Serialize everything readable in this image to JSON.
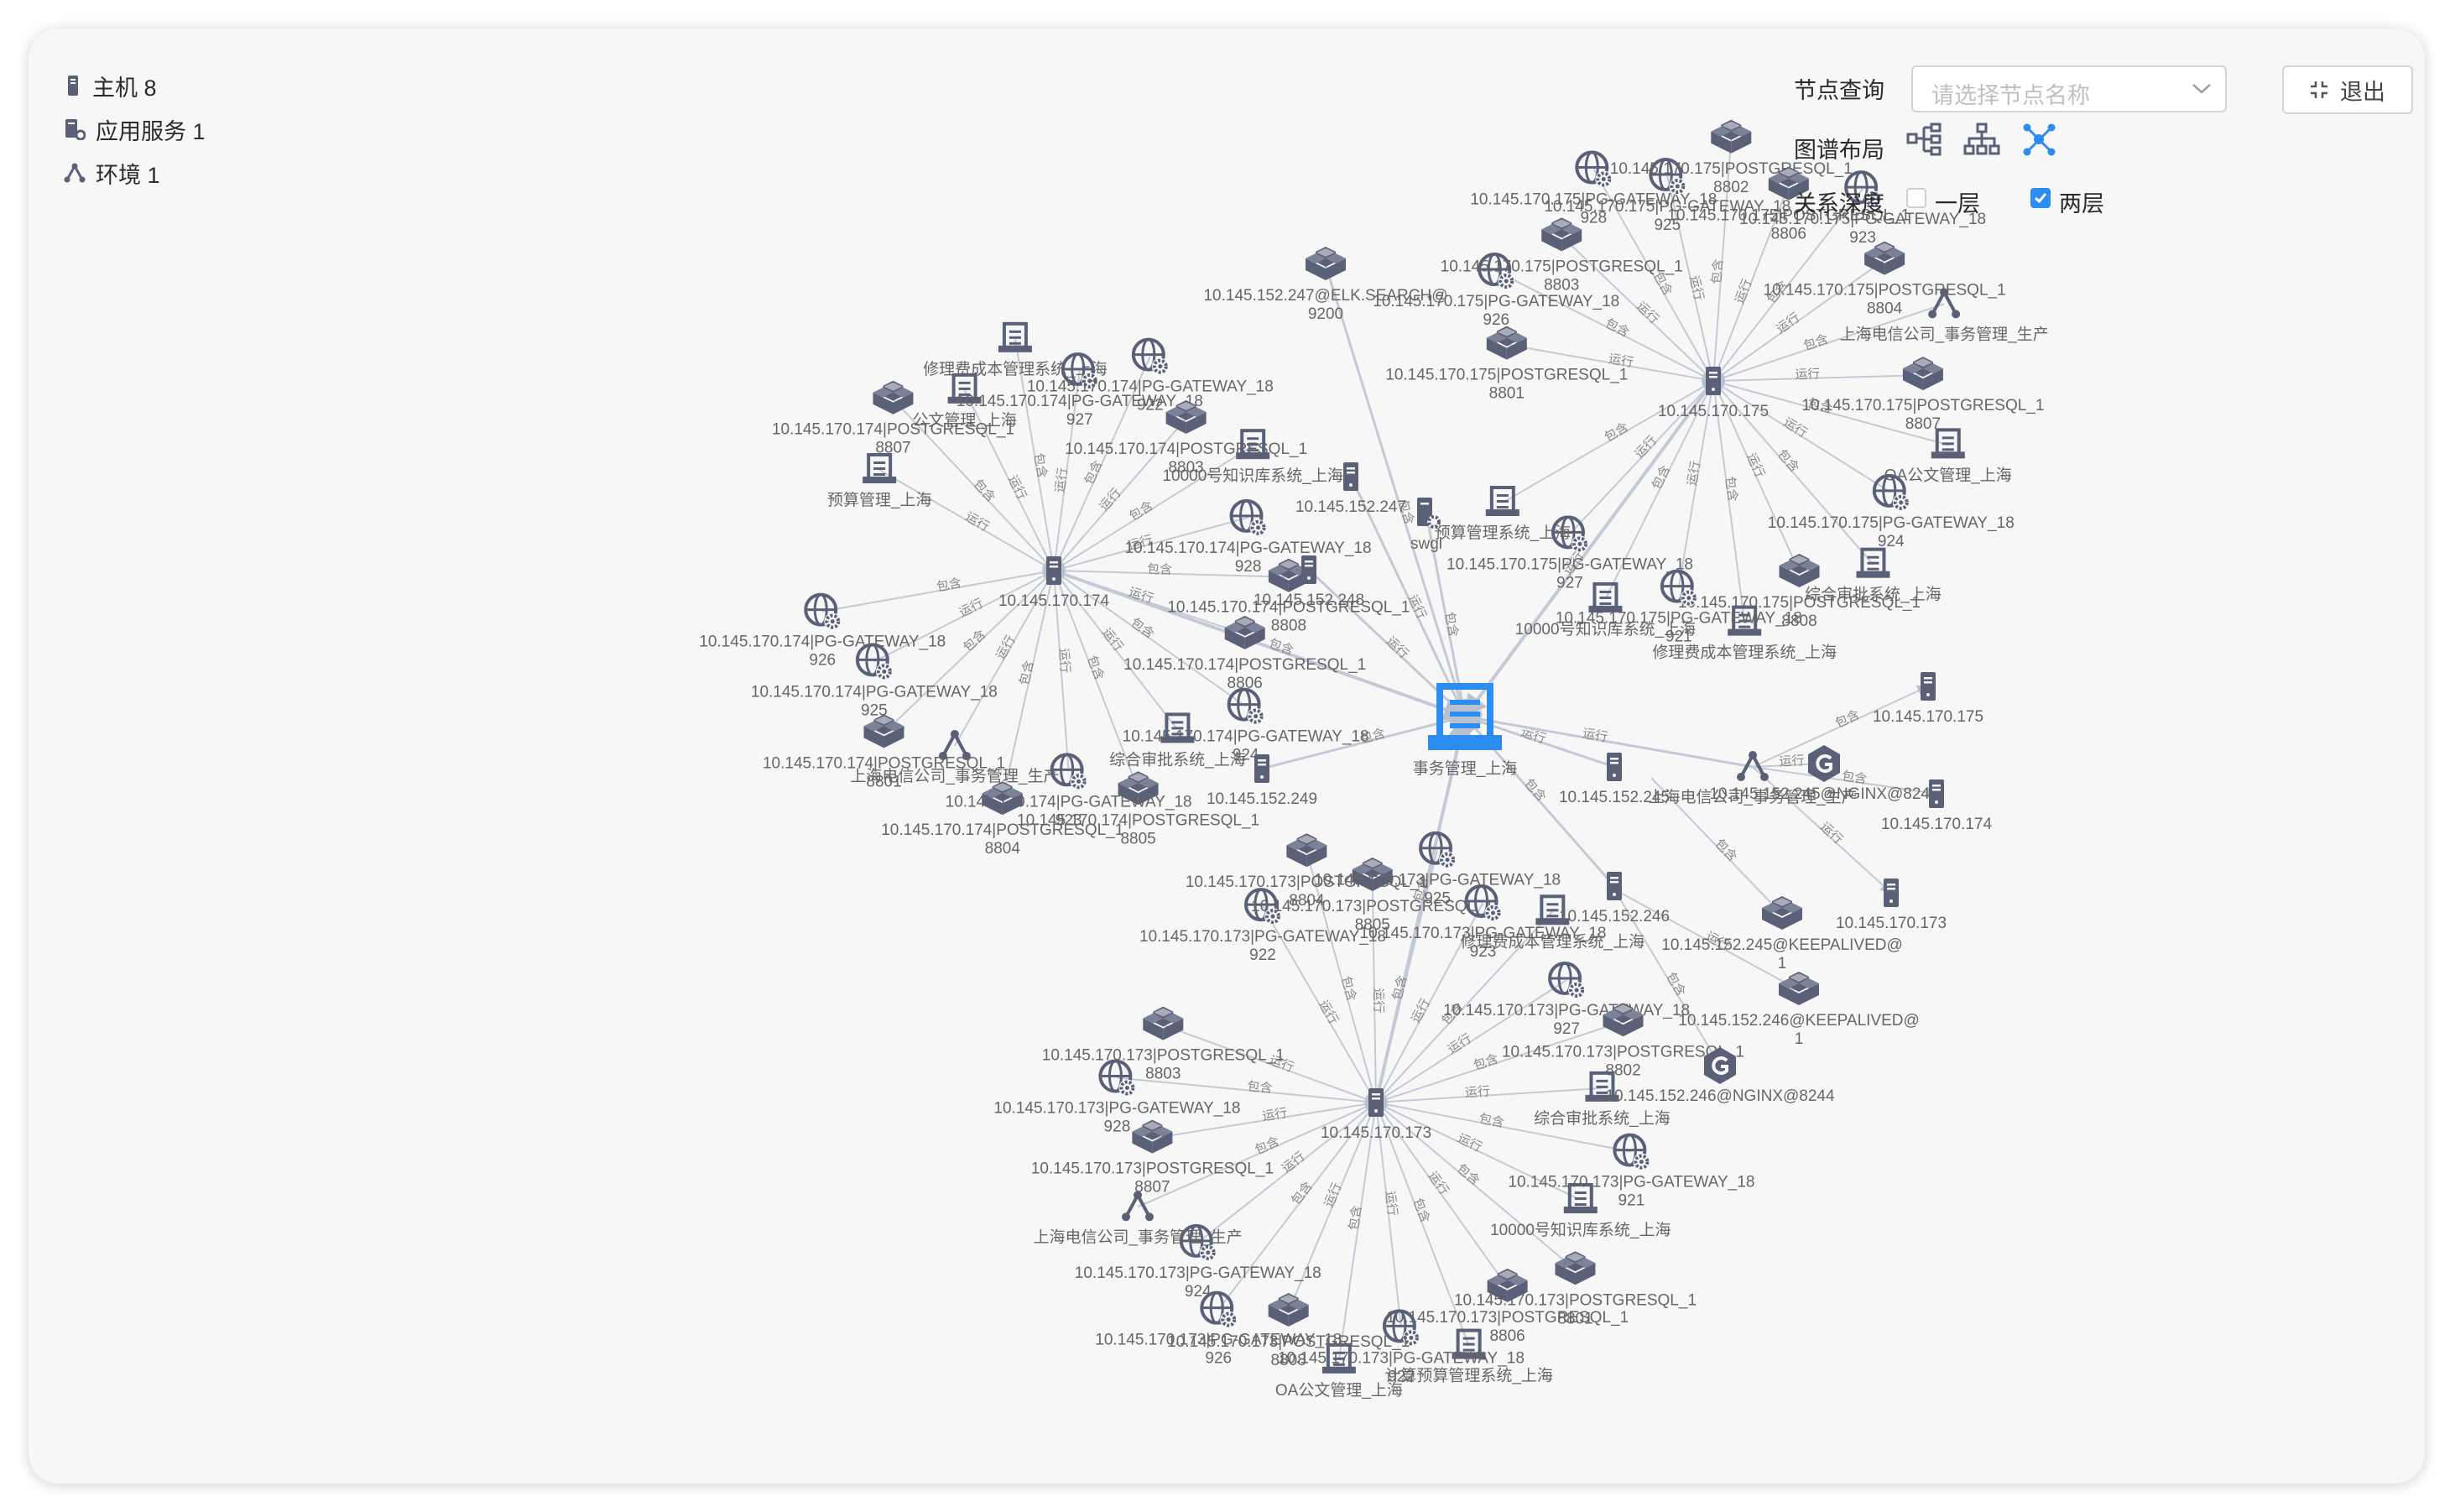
{
  "legend": [
    {
      "icon": "server-icon",
      "label": "主机 8"
    },
    {
      "icon": "app-service-icon",
      "label": "应用服务 1"
    },
    {
      "icon": "environment-icon",
      "label": "环境 1"
    }
  ],
  "controls": {
    "node_query_label": "节点查询",
    "node_query_placeholder": "请选择节点名称",
    "layout_label": "图谱布局",
    "depth_label": "关系深度",
    "depth_one": "一层",
    "depth_two": "两层",
    "depth_one_checked": false,
    "depth_two_checked": true,
    "exit_label": "退出"
  },
  "colors": {
    "node": "#5a6078",
    "center": "#2d8cf0",
    "edge": "#c3cad6",
    "active_layout": "#2d8cf0"
  },
  "center": {
    "label": "事务管理_上海"
  },
  "hubs": [
    {
      "id": "h174",
      "label": "10.145.170.174"
    },
    {
      "id": "h175",
      "label": "10.145.170.175"
    },
    {
      "id": "h173",
      "label": "10.145.170.173"
    }
  ],
  "nodes": [
    {
      "hub": "h174",
      "type": "app",
      "lines": [
        "预算管理_上海"
      ]
    },
    {
      "hub": "h174",
      "type": "db",
      "lines": [
        "10.145.170.174|POSTGRESQL_1",
        "8807"
      ]
    },
    {
      "hub": "h174",
      "type": "app",
      "lines": [
        "公文管理_上海"
      ]
    },
    {
      "hub": "h174",
      "type": "app",
      "lines": [
        "修理费成本管理系统_上海"
      ]
    },
    {
      "hub": "h174",
      "type": "gw",
      "lines": [
        "10.145.170.174|PG-GATEWAY_18",
        "927"
      ]
    },
    {
      "hub": "h174",
      "type": "gw",
      "lines": [
        "10.145.170.174|PG-GATEWAY_18",
        "922"
      ]
    },
    {
      "hub": "h174",
      "type": "db",
      "lines": [
        "10.145.170.174|POSTGRESQL_1",
        "8803"
      ]
    },
    {
      "hub": "h174",
      "type": "app",
      "lines": [
        "10000号知识库系统_上海"
      ]
    },
    {
      "hub": "h174",
      "type": "gw",
      "lines": [
        "10.145.170.174|PG-GATEWAY_18",
        "928"
      ]
    },
    {
      "hub": "h174",
      "type": "db",
      "lines": [
        "10.145.170.174|POSTGRESQL_1",
        "8808"
      ]
    },
    {
      "hub": "h174",
      "type": "db",
      "lines": [
        "10.145.170.174|POSTGRESQL_1",
        "8806"
      ]
    },
    {
      "hub": "h174",
      "type": "gw",
      "lines": [
        "10.145.170.174|PG-GATEWAY_18",
        "924"
      ]
    },
    {
      "hub": "h174",
      "type": "app",
      "lines": [
        "综合审批系统_上海"
      ]
    },
    {
      "hub": "h174",
      "type": "db",
      "lines": [
        "10.145.170.174|POSTGRESQL_1",
        "8805"
      ]
    },
    {
      "hub": "h174",
      "type": "gw",
      "lines": [
        "10.145.170.174|PG-GATEWAY_18",
        "923"
      ]
    },
    {
      "hub": "h174",
      "type": "db",
      "lines": [
        "10.145.170.174|POSTGRESQL_1",
        "8804"
      ]
    },
    {
      "hub": "h174",
      "type": "env",
      "lines": [
        "上海电信公司_事务管理_生产"
      ]
    },
    {
      "hub": "h174",
      "type": "db",
      "lines": [
        "10.145.170.174|POSTGRESQL_1",
        "8801"
      ]
    },
    {
      "hub": "h174",
      "type": "gw",
      "lines": [
        "10.145.170.174|PG-GATEWAY_18",
        "925"
      ]
    },
    {
      "hub": "h174",
      "type": "gw",
      "lines": [
        "10.145.170.174|PG-GATEWAY_18",
        "926"
      ]
    },
    {
      "hub": "h175",
      "type": "db",
      "lines": [
        "10.145.170.175|POSTGRESQL_1",
        "8801"
      ]
    },
    {
      "hub": "h175",
      "type": "gw",
      "lines": [
        "10.145.170.175|PG-GATEWAY_18",
        "926"
      ]
    },
    {
      "hub": "h175",
      "type": "db",
      "lines": [
        "10.145.170.175|POSTGRESQL_1",
        "8803"
      ]
    },
    {
      "hub": "h175",
      "type": "gw",
      "lines": [
        "10.145.170.175|PG-GATEWAY_18",
        "928"
      ]
    },
    {
      "hub": "h175",
      "type": "gw",
      "lines": [
        "10.145.170.175|PG-GATEWAY_18",
        "925"
      ]
    },
    {
      "hub": "h175",
      "type": "db",
      "lines": [
        "10.145.170.175|POSTGRESQL_1",
        "8802"
      ]
    },
    {
      "hub": "h175",
      "type": "db",
      "lines": [
        "10.145.170.175|POSTGRESQL_1",
        "8806"
      ]
    },
    {
      "hub": "h175",
      "type": "gw",
      "lines": [
        "10.145.170.175|PG-GATEWAY_18",
        "923"
      ]
    },
    {
      "hub": "h175",
      "type": "db",
      "lines": [
        "10.145.170.175|POSTGRESQL_1",
        "8804"
      ]
    },
    {
      "hub": "h175",
      "type": "env",
      "lines": [
        "上海电信公司_事务管理_生产"
      ]
    },
    {
      "hub": "h175",
      "type": "db",
      "lines": [
        "10.145.170.175|POSTGRESQL_1",
        "8807"
      ]
    },
    {
      "hub": "h175",
      "type": "app",
      "lines": [
        "OA公文管理_上海"
      ]
    },
    {
      "hub": "h175",
      "type": "gw",
      "lines": [
        "10.145.170.175|PG-GATEWAY_18",
        "924"
      ]
    },
    {
      "hub": "h175",
      "type": "app",
      "lines": [
        "综合审批系统_上海"
      ]
    },
    {
      "hub": "h175",
      "type": "db",
      "lines": [
        "10.145.170.175|POSTGRESQL_1",
        "8808"
      ]
    },
    {
      "hub": "h175",
      "type": "app",
      "lines": [
        "修理费成本管理系统_上海"
      ]
    },
    {
      "hub": "h175",
      "type": "gw",
      "lines": [
        "10.145.170.175|PG-GATEWAY_18",
        "921"
      ]
    },
    {
      "hub": "h175",
      "type": "app",
      "lines": [
        "10000号知识库系统_上海"
      ]
    },
    {
      "hub": "h175",
      "type": "gw",
      "lines": [
        "10.145.170.175|PG-GATEWAY_18",
        "927"
      ]
    },
    {
      "hub": "h175",
      "type": "app",
      "lines": [
        "预算管理系统_上海"
      ]
    },
    {
      "hub": "h173",
      "type": "gw",
      "lines": [
        "10.145.170.173|PG-GATEWAY_18",
        "922"
      ]
    },
    {
      "hub": "h173",
      "type": "db",
      "lines": [
        "10.145.170.173|POSTGRESQL_1",
        "8804"
      ]
    },
    {
      "hub": "h173",
      "type": "db",
      "lines": [
        "10.145.170.173|POSTGRESQL_1",
        "8805"
      ]
    },
    {
      "hub": "h173",
      "type": "gw",
      "lines": [
        "10.145.170.173|PG-GATEWAY_18",
        "925"
      ]
    },
    {
      "hub": "h173",
      "type": "gw",
      "lines": [
        "10.145.170.173|PG-GATEWAY_18",
        "923"
      ]
    },
    {
      "hub": "h173",
      "type": "app",
      "lines": [
        "修理费成本管理系统_上海"
      ]
    },
    {
      "hub": "h173",
      "type": "gw",
      "lines": [
        "10.145.170.173|PG-GATEWAY_18",
        "927"
      ]
    },
    {
      "hub": "h173",
      "type": "db",
      "lines": [
        "10.145.170.173|POSTGRESQL_1",
        "8802"
      ]
    },
    {
      "hub": "h173",
      "type": "app",
      "lines": [
        "综合审批系统_上海"
      ]
    },
    {
      "hub": "h173",
      "type": "gw",
      "lines": [
        "10.145.170.173|PG-GATEWAY_18",
        "921"
      ]
    },
    {
      "hub": "h173",
      "type": "app",
      "lines": [
        "10000号知识库系统_上海"
      ]
    },
    {
      "hub": "h173",
      "type": "db",
      "lines": [
        "10.145.170.173|POSTGRESQL_1",
        "8801"
      ]
    },
    {
      "hub": "h173",
      "type": "db",
      "lines": [
        "10.145.170.173|POSTGRESQL_1",
        "8806"
      ]
    },
    {
      "hub": "h173",
      "type": "app",
      "lines": [
        "计算预算管理系统_上海"
      ]
    },
    {
      "hub": "h173",
      "type": "gw",
      "lines": [
        "10.145.170.173|PG-GATEWAY_18",
        "922"
      ]
    },
    {
      "hub": "h173",
      "type": "app",
      "lines": [
        "OA公文管理_上海"
      ]
    },
    {
      "hub": "h173",
      "type": "db",
      "lines": [
        "10.145.170.173|POSTGRESQL_1",
        "8808"
      ]
    },
    {
      "hub": "h173",
      "type": "gw",
      "lines": [
        "10.145.170.173|PG-GATEWAY_18",
        "926"
      ]
    },
    {
      "hub": "h173",
      "type": "gw",
      "lines": [
        "10.145.170.173|PG-GATEWAY_18",
        "924"
      ]
    },
    {
      "hub": "h173",
      "type": "env",
      "lines": [
        "上海电信公司_事务管理_生产"
      ]
    },
    {
      "hub": "h173",
      "type": "db",
      "lines": [
        "10.145.170.173|POSTGRESQL_1",
        "8807"
      ]
    },
    {
      "hub": "h173",
      "type": "gw",
      "lines": [
        "10.145.170.173|PG-GATEWAY_18",
        "928"
      ]
    },
    {
      "hub": "h173",
      "type": "db",
      "lines": [
        "10.145.170.173|POSTGRESQL_1",
        "8803"
      ]
    },
    {
      "hub": "center",
      "type": "db",
      "lines": [
        "10.145.152.247@ELK.SEARCH@",
        "9200"
      ]
    },
    {
      "hub": "center",
      "type": "server",
      "lines": [
        "10.145.152.247"
      ]
    },
    {
      "hub": "center",
      "type": "serverg",
      "lines": [
        "swgl"
      ]
    },
    {
      "hub": "center",
      "type": "server",
      "lines": [
        "10.145.152.248"
      ]
    },
    {
      "hub": "center",
      "type": "server",
      "lines": [
        "10.145.152.249"
      ]
    },
    {
      "hub": "center",
      "type": "server",
      "lines": [
        "10.145.152.245"
      ]
    },
    {
      "hub": "center",
      "type": "server",
      "lines": [
        "10.145.152.246"
      ]
    },
    {
      "hub": "center",
      "type": "env",
      "lines": [
        "上海电信公司_事务管理_生产"
      ]
    },
    {
      "hub": "env",
      "type": "server",
      "lines": [
        "10.145.170.175"
      ]
    },
    {
      "hub": "env",
      "type": "nginx",
      "lines": [
        "10.145.152.245@NGINX@8244"
      ]
    },
    {
      "hub": "env",
      "type": "server",
      "lines": [
        "10.145.170.174"
      ]
    },
    {
      "hub": "env",
      "type": "server",
      "lines": [
        "10.145.170.173"
      ]
    },
    {
      "hub": "s245",
      "type": "db",
      "lines": [
        "10.145.152.245@KEEPALIVED@",
        "1"
      ]
    },
    {
      "hub": "s246",
      "type": "db",
      "lines": [
        "10.145.152.246@KEEPALIVED@",
        "1"
      ]
    },
    {
      "hub": "s246",
      "type": "nginx",
      "lines": [
        "10.145.152.246@NGINX@8244"
      ]
    }
  ],
  "edge_labels": [
    "运行",
    "包含"
  ]
}
